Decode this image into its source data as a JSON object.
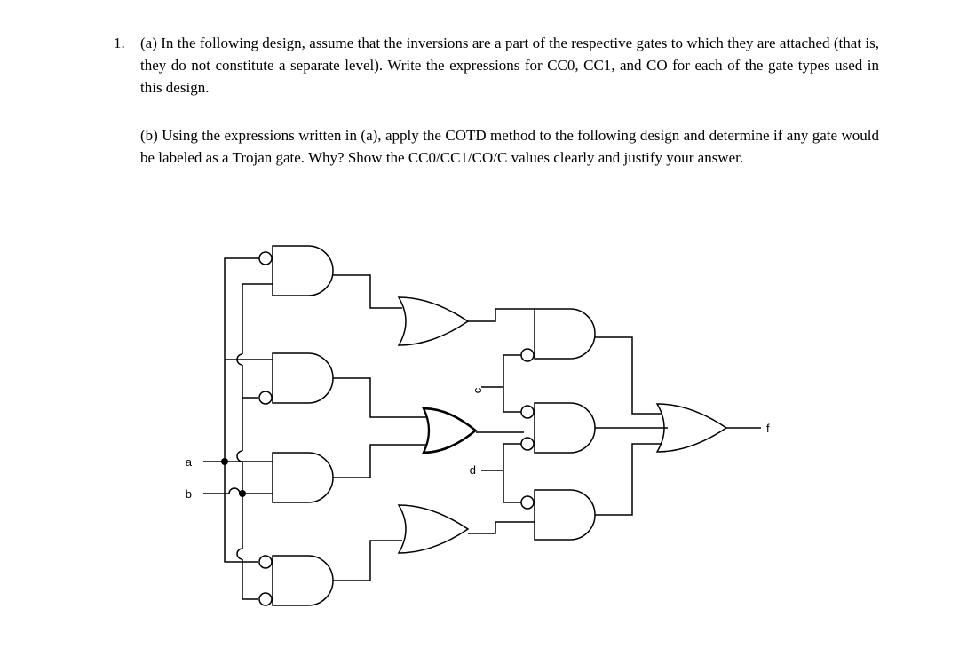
{
  "question": {
    "number": "1.",
    "part_a": "(a) In the following design, assume that the inversions are a part of the respective gates to which they are attached (that is, they do not constitute a separate level). Write the expressions for CC0, CC1, and CO for each of the gate types used in this design.",
    "part_b": "(b) Using the expressions written in (a), apply the COTD method to the following design and determine if any gate would be labeled as a Trojan gate. Why? Show the CC0/CC1/CO/C values clearly and justify your answer."
  },
  "circuit": {
    "inputs": {
      "a": "a",
      "b": "b",
      "c": "c",
      "d": "d"
    },
    "output": "f"
  }
}
